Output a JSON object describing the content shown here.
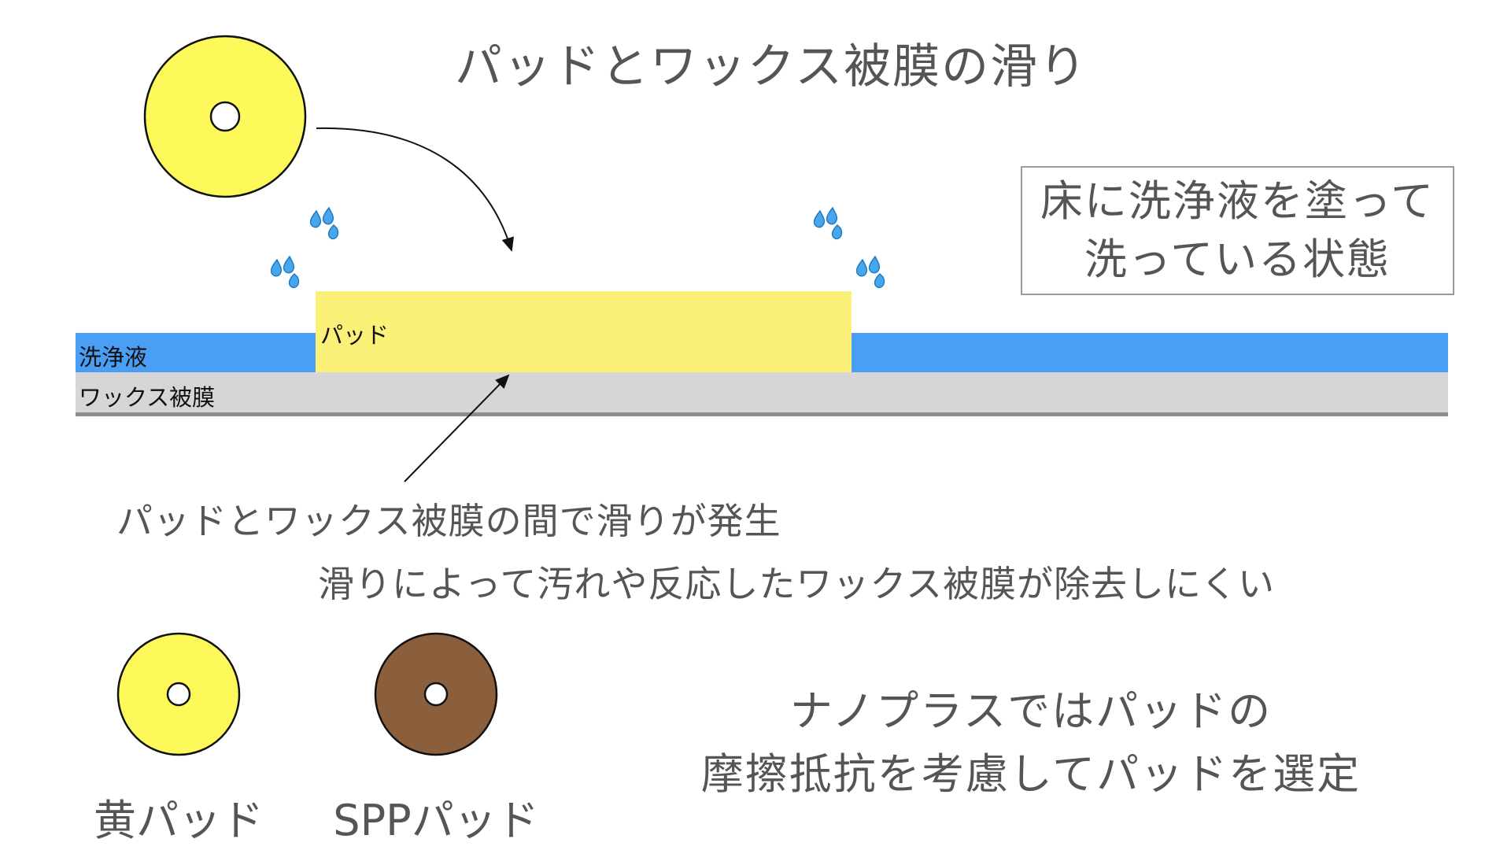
{
  "title": "パッドとワックス被膜の滑り",
  "note": {
    "line1": "床に洗浄液を塗って",
    "line2": "洗っている状態"
  },
  "layers": {
    "pad_label": "パッド",
    "solution_label": "洗浄液",
    "wax_label": "ワックス被膜"
  },
  "captions": {
    "slip": "パッドとワックス被膜の間で滑りが発生",
    "effect": "滑りによって汚れや反応したワックス被膜が除去しにくい"
  },
  "pads": [
    {
      "name": "黄パッド",
      "color": "#fdf95b"
    },
    {
      "name": "SPPパッド",
      "color": "#8b5e3c"
    }
  ],
  "closing": {
    "line1": "ナノプラスではパッドの",
    "line2": "摩擦抵抗を考慮してパッドを選定"
  },
  "colors": {
    "solution": "#4a9ff5",
    "wax": "#d6d6d6",
    "pad_layer": "#fbf178",
    "droplet": "#2a8fde"
  },
  "icons": [
    "sweat-droplets-icon"
  ]
}
